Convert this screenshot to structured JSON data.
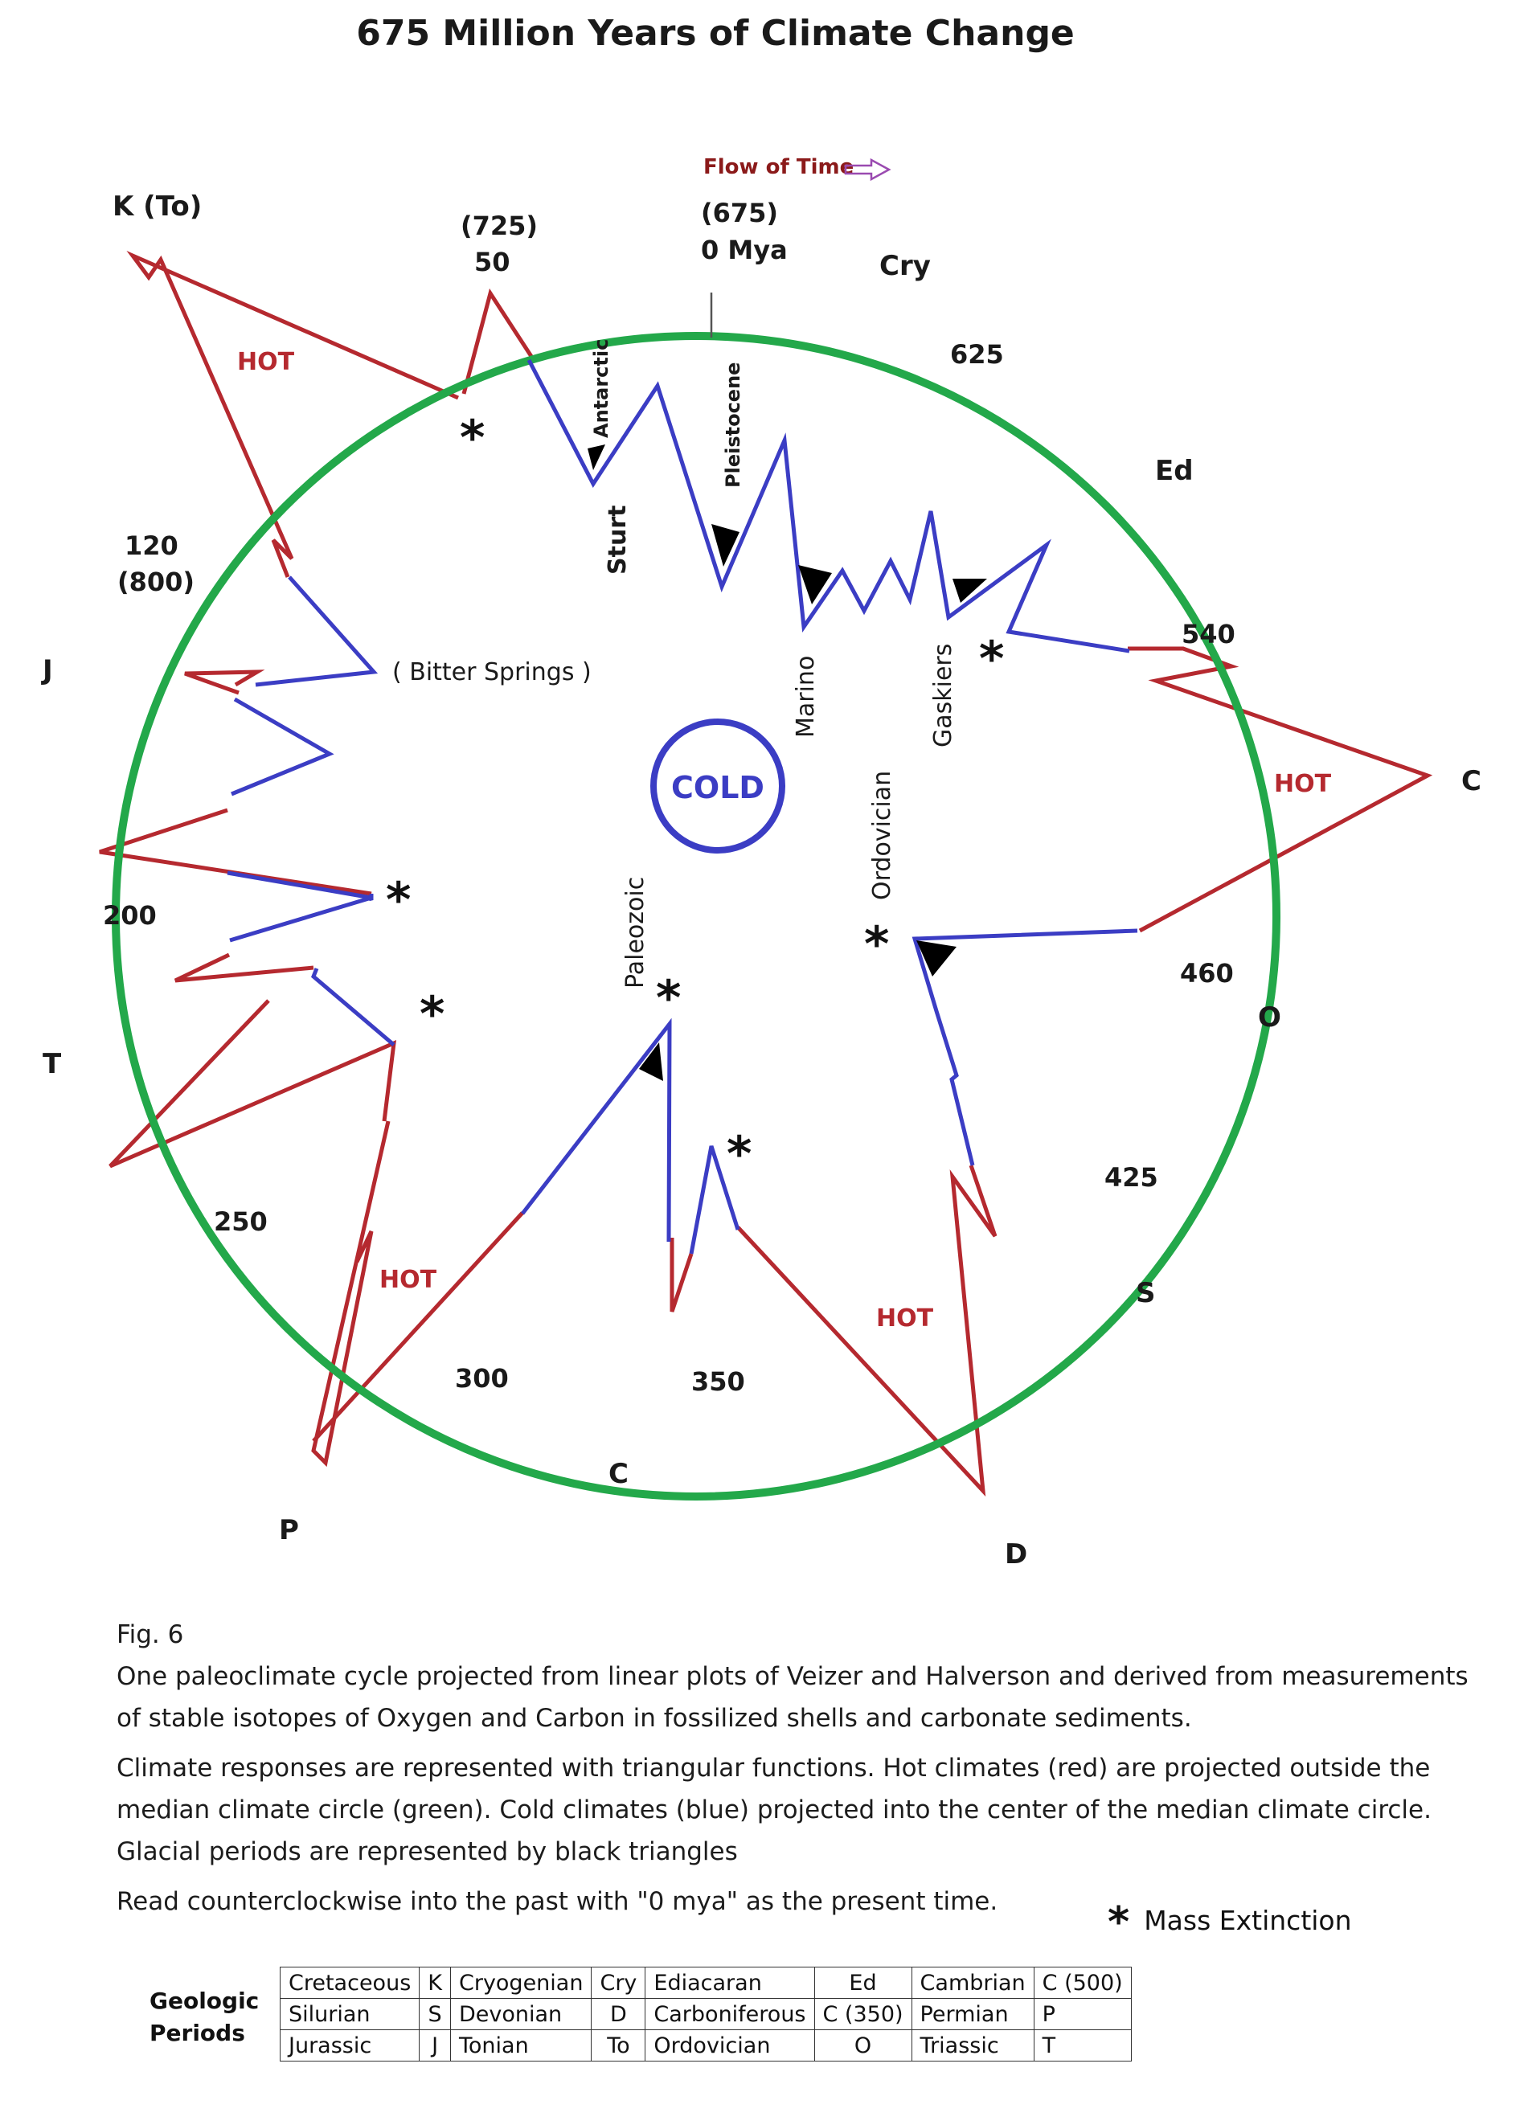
{
  "title": "675 Million Years of Climate Change",
  "flow_label": "Flow of Time",
  "colors": {
    "hot": "#b5292f",
    "cold": "#3b3dc4",
    "median": "#23a84a",
    "label_red": "#8b1a1a"
  },
  "time_labels": {
    "t0_paren": "(675)",
    "t0": "0 Mya",
    "t50_paren": "(725)",
    "t50": "50",
    "t120": "120",
    "t120_paren": "(800)",
    "t200": "200",
    "t250": "250",
    "t300": "300",
    "t350": "350",
    "t425": "425",
    "t460": "460",
    "t540": "540",
    "t625": "625"
  },
  "period_markers": {
    "k_to": "K (To)",
    "cry": "Cry",
    "ed": "Ed",
    "c_right": "C",
    "o": "O",
    "s": "S",
    "d": "D",
    "c_bottom": "C",
    "p": "P",
    "t": "T",
    "j": "J"
  },
  "event_labels": {
    "antarctic": "Antarctic",
    "pleistocene": "Pleistocene",
    "sturt": "Sturt",
    "marino": "Marino",
    "gaskiers": "Gaskiers",
    "ordovician": "Ordovician",
    "paleozoic": "Paleozoic",
    "bitter_springs": "( Bitter Springs )"
  },
  "hot_label": "HOT",
  "cold_label": "COLD",
  "star_symbol": "*",
  "caption": {
    "fig": "Fig. 6",
    "p1a": "One paleoclimate cycle projected from linear plots of Veizer and Halverson and derived from measurements",
    "p1b": "of stable isotopes of Oxygen and Carbon in fossilized shells and carbonate sediments.",
    "p2a": "Climate responses are represented with triangular functions. Hot climates (red) are projected outside the",
    "p2b": "median climate circle (green). Cold climates (blue) projected into the center of the median climate circle.",
    "p2c": "Glacial periods are represented by black triangles",
    "p3": "Read counterclockwise into the past with \"0 mya\" as the present time."
  },
  "mass_extinction_label": "Mass Extinction",
  "geologic_periods_label": [
    "Geologic",
    "Periods"
  ],
  "legend_rows": [
    [
      "Cretaceous",
      "K",
      "Cryogenian",
      "Cry",
      "Ediacaran",
      "Ed",
      "Cambrian",
      "C (500)"
    ],
    [
      "Silurian",
      "S",
      "Devonian",
      "D",
      "Carboniferous",
      "C (350)",
      "Permian",
      "P"
    ],
    [
      "Jurassic",
      "J",
      "Tonian",
      "To",
      "Ordovician",
      "O",
      "Triassic",
      "T"
    ]
  ]
}
